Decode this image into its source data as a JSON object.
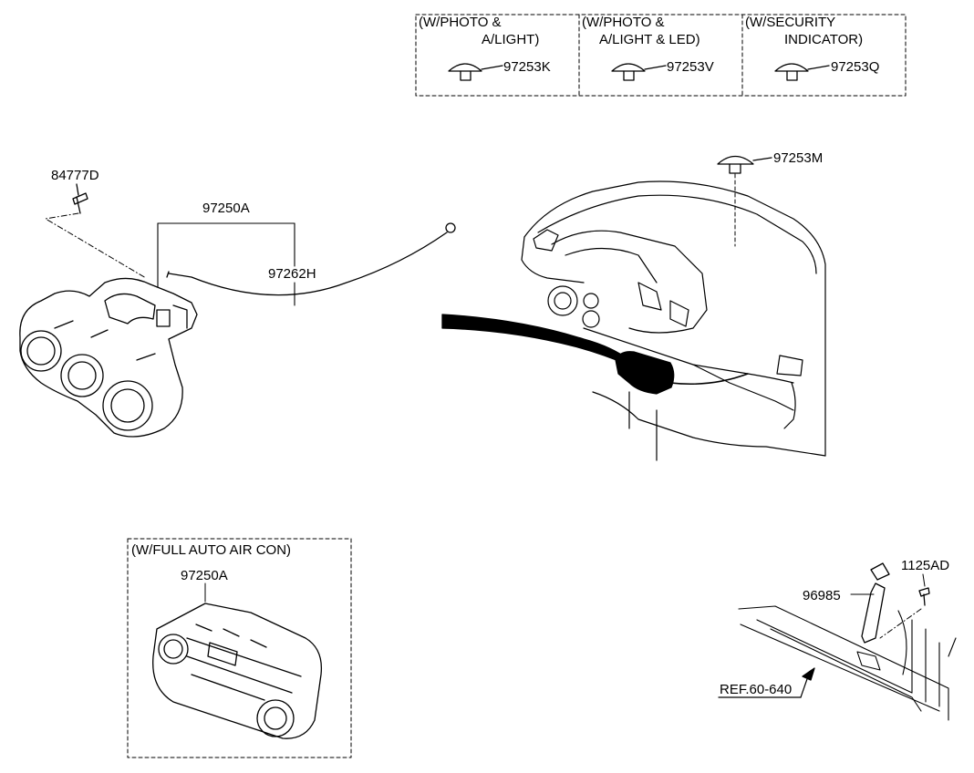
{
  "variants": [
    {
      "condition_line1": "(W/PHOTO &",
      "condition_line2": "A/LIGHT)",
      "part": "97253K"
    },
    {
      "condition_line1": "(W/PHOTO &",
      "condition_line2": "A/LIGHT & LED)",
      "part": "97253V"
    },
    {
      "condition_line1": "(W/SECURITY",
      "condition_line2": "INDICATOR)",
      "part": "97253Q"
    }
  ],
  "parts": {
    "screw": "84777D",
    "control_assembly": "97250A",
    "cable": "97262H",
    "sensor": "97253M",
    "bracket": "96985",
    "bolt": "1125AD"
  },
  "full_auto_box": {
    "condition": "(W/FULL AUTO AIR CON)",
    "part": "97250A"
  },
  "reference": "REF.60-640"
}
